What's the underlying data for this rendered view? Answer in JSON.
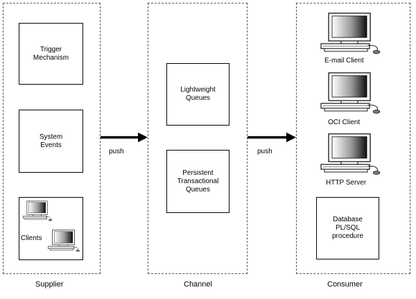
{
  "columns": {
    "supplier": "Supplier",
    "channel": "Channel",
    "consumer": "Consumer"
  },
  "supplier": {
    "trigger": "Trigger\nMechanism",
    "events": "System\nEvents",
    "clients": "Clients"
  },
  "channel": {
    "lightweight": "Lightweight\nQueues",
    "persistent": "Persistent\nTransactional\nQueues"
  },
  "consumer": {
    "email": "E-mail Client",
    "oci": "OCI Client",
    "http": "HTTP Server",
    "plsql": "Database\nPL/SQL\nprocedure"
  },
  "arrows": {
    "push1": "push",
    "push2": "push"
  }
}
